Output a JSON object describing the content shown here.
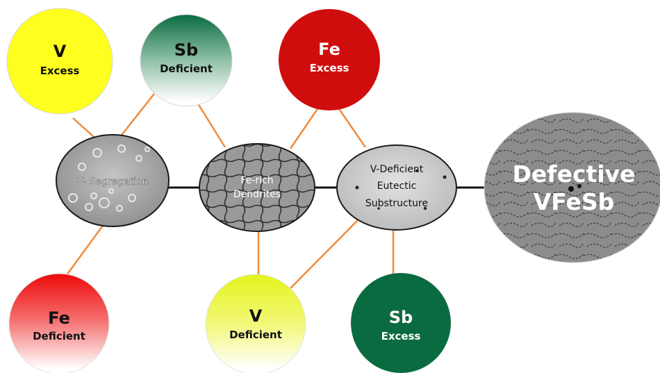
{
  "colors": {
    "connector": "#ef8a3a",
    "spine": "#111111",
    "yellow": "#ffff1f",
    "green": "#0b6b40",
    "red": "#d00d0d",
    "micro_bg": "#a8a8a8"
  },
  "nodes": {
    "v_excess": {
      "element": "V",
      "state": "Excess"
    },
    "sb_deficient": {
      "element": "Sb",
      "state": "Deficient"
    },
    "fe_excess": {
      "element": "Fe",
      "state": "Excess"
    },
    "fe_deficient": {
      "element": "Fe",
      "state": "Deficient"
    },
    "v_deficient": {
      "element": "V",
      "state": "Deficient"
    },
    "sb_excess": {
      "element": "Sb",
      "state": "Excess"
    }
  },
  "microstructures": {
    "v_segregation": {
      "line1": "V- Segregation"
    },
    "fe_rich_dendrites": {
      "line1": "Fe-rich",
      "line2": "Dendrites"
    },
    "v_deficient_eutectic": {
      "line1": "V-Deficient",
      "line2": "Eutectic",
      "line3": "Substructure"
    }
  },
  "result": {
    "line1": "Defective",
    "line2": "VFeSb"
  }
}
